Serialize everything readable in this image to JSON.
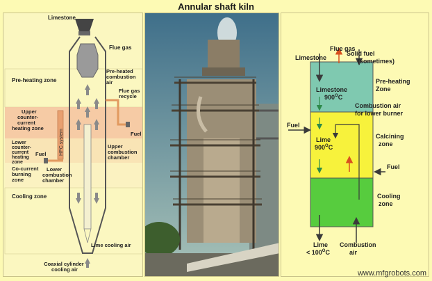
{
  "title": "Annular shaft kiln",
  "left": {
    "limestone": "Limestone",
    "flue_gas": "Flue gas",
    "preheated_air": [
      "Pre-heated",
      "combustion",
      "air"
    ],
    "flue_gas_recycle": [
      "Flue gas",
      "recycle"
    ],
    "preheating_zone": "Pre-heating zone",
    "upper_heating": [
      "Upper",
      "counter-",
      "current",
      "heating zone"
    ],
    "hpc": "HPC system",
    "fuel_right": "Fuel",
    "lower_heating": [
      "Lower",
      "counter-",
      "current",
      "heating",
      "zone"
    ],
    "fuel_left": "Fuel",
    "upper_chamber": [
      "Upper",
      "combustion",
      "chamber"
    ],
    "cocurrent": [
      "Co-current",
      "burning",
      "zone"
    ],
    "lower_chamber": [
      "Lower",
      "combustion",
      "chamber"
    ],
    "cooling_zone": "Cooling zone",
    "lime_cooling_air": "Lime cooling air",
    "coaxial": [
      "Coaxial cylinder",
      "cooling air"
    ]
  },
  "right": {
    "flue_gas": "Flue gas",
    "limestone": "Limestone",
    "solid_fuel": [
      "Solid fuel",
      "(sometimes)"
    ],
    "preheating_zone": [
      "Pre-heating",
      "Zone"
    ],
    "limestone_temp_label": "Limestone",
    "limestone_temp": "900",
    "combustion_air": [
      "Combustion air",
      "for lower burner"
    ],
    "fuel_left": "Fuel",
    "lime_label": "Lime",
    "lime_temp": "900",
    "calcining_zone": [
      "Calcining",
      "zone"
    ],
    "fuel_right": "Fuel",
    "cooling_zone": [
      "Cooling",
      "zone"
    ],
    "lime_out": [
      "Lime",
      "< 100"
    ],
    "combustion_air_bottom": [
      "Combustion",
      "air"
    ],
    "degree_sup": "O",
    "celsius": "C"
  },
  "watermark": "www.mfgrobots.com",
  "colors": {
    "teal_zone": "#7fc9b0",
    "yellow_zone": "#f7f23c",
    "green_zone": "#57cc3e",
    "arrow_dark": "#3a3a3a",
    "arrow_red": "#d9501f",
    "hot_band": "#f4c3a0"
  }
}
